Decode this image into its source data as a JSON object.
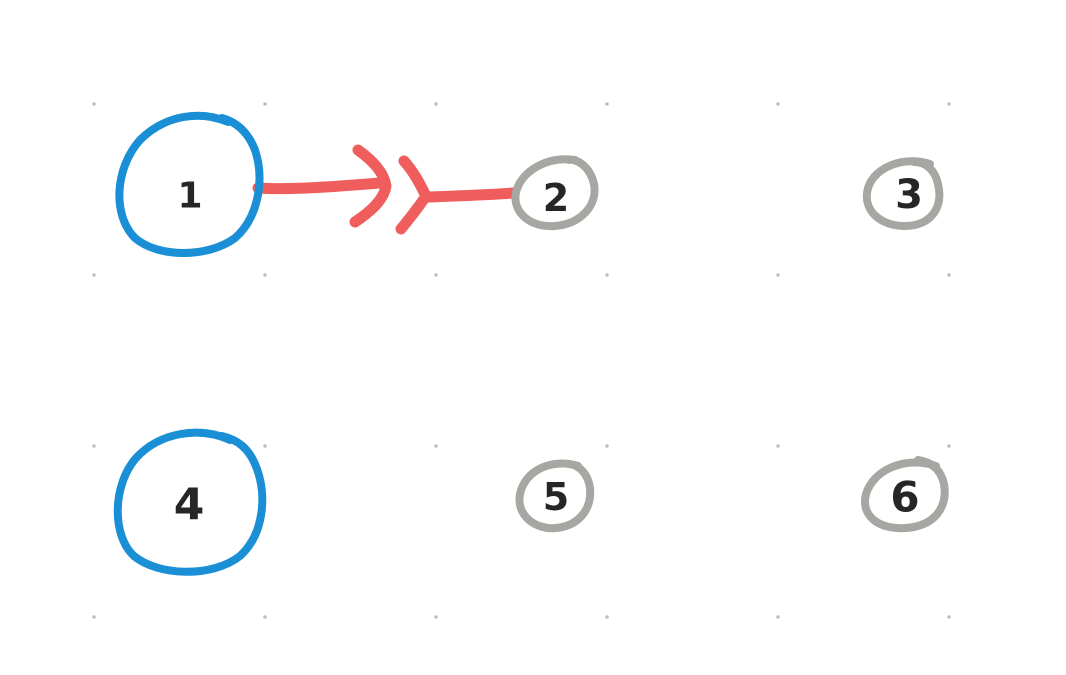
{
  "colors": {
    "selected": "#1a8fd6",
    "unselected": "#a6a6a2",
    "connector": "#ef5d5d",
    "label": "#262626",
    "grid_dot": "#bdbdbd",
    "background": "#ffffff"
  },
  "nodes": [
    {
      "id": "1",
      "label": "1",
      "selected": true
    },
    {
      "id": "2",
      "label": "2",
      "selected": false
    },
    {
      "id": "3",
      "label": "3",
      "selected": false
    },
    {
      "id": "4",
      "label": "4",
      "selected": true
    },
    {
      "id": "5",
      "label": "5",
      "selected": false
    },
    {
      "id": "6",
      "label": "6",
      "selected": false
    }
  ],
  "edges": [
    {
      "from": "1",
      "to": "2",
      "source_marker": "none",
      "arrow_marker": "open-arrow",
      "target_marker": "crows-foot"
    }
  ]
}
